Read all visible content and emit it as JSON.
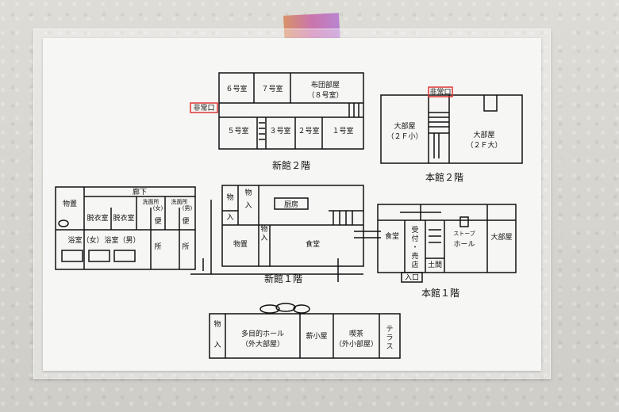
{
  "sections": {
    "shinkan_2f": {
      "title": "新館２階",
      "rooms": [
        "６号室",
        "７号室",
        "布団部屋",
        "（８号室）",
        "５号室",
        "３号室",
        "２号室",
        "１号室"
      ],
      "exit": "非常口"
    },
    "honkan_2f": {
      "title": "本館２階",
      "rooms": [
        "大部屋",
        "（２Ｆ小）",
        "大部屋",
        "（２Ｆ大）"
      ],
      "exit": "非常口"
    },
    "annex_left": {
      "rooms": [
        "廊下",
        "物置",
        "脱衣室",
        "脱衣室",
        "洗面所",
        "(女)",
        "洗面所",
        "(男)",
        "便",
        "所",
        "便",
        "所",
        "浴室（女）",
        "浴室（男）"
      ]
    },
    "shinkan_1f": {
      "title": "新館１階",
      "rooms": [
        "物",
        "入",
        "物",
        "入",
        "厨房",
        "物置",
        "物",
        "入",
        "食堂"
      ]
    },
    "honkan_1f": {
      "title": "本館１階",
      "rooms": [
        "食堂",
        "受",
        "付",
        "・",
        "売",
        "店",
        "ホール",
        "ストーブ",
        "大部屋",
        "土間",
        "入口"
      ]
    },
    "lower": {
      "rooms": [
        "物",
        "入",
        "多目的ホール",
        "（外大部屋）",
        "薪小屋",
        "喫茶",
        "（外小部屋）",
        "テ",
        "ラ",
        "ス"
      ]
    }
  }
}
